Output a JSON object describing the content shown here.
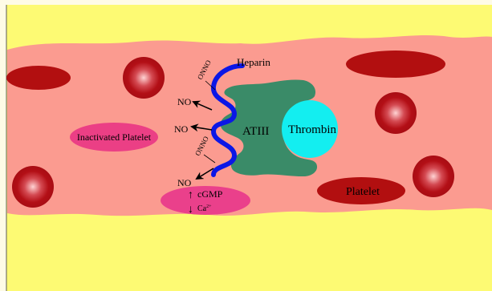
{
  "colors": {
    "page_bg": "#fefbe6",
    "vessel_wall": "#fdfa73",
    "blood": "#fb9b90",
    "rbc": "#b30f16",
    "rbc_center": "#ffcfd0",
    "heparin": "#0b17e6",
    "atiii": "#3a8b68",
    "thrombin": "#13eef0",
    "inactivated_platelet": "#eb3f85",
    "active_platelet": "#b20f10",
    "cgmp_blob": "#ea408b"
  },
  "labels": {
    "heparin": "Heparin",
    "atiii": "ATIII",
    "thrombin": "Thrombin",
    "inactivated_platelet": "Inactivated Platelet",
    "platelet": "Platelet",
    "no": "NO",
    "onno": "ONNO",
    "cgmp": "cGMP",
    "ca": "Ca",
    "ca_charge": "2+",
    "up_arrow": "↑",
    "down_arrow": "↓"
  }
}
